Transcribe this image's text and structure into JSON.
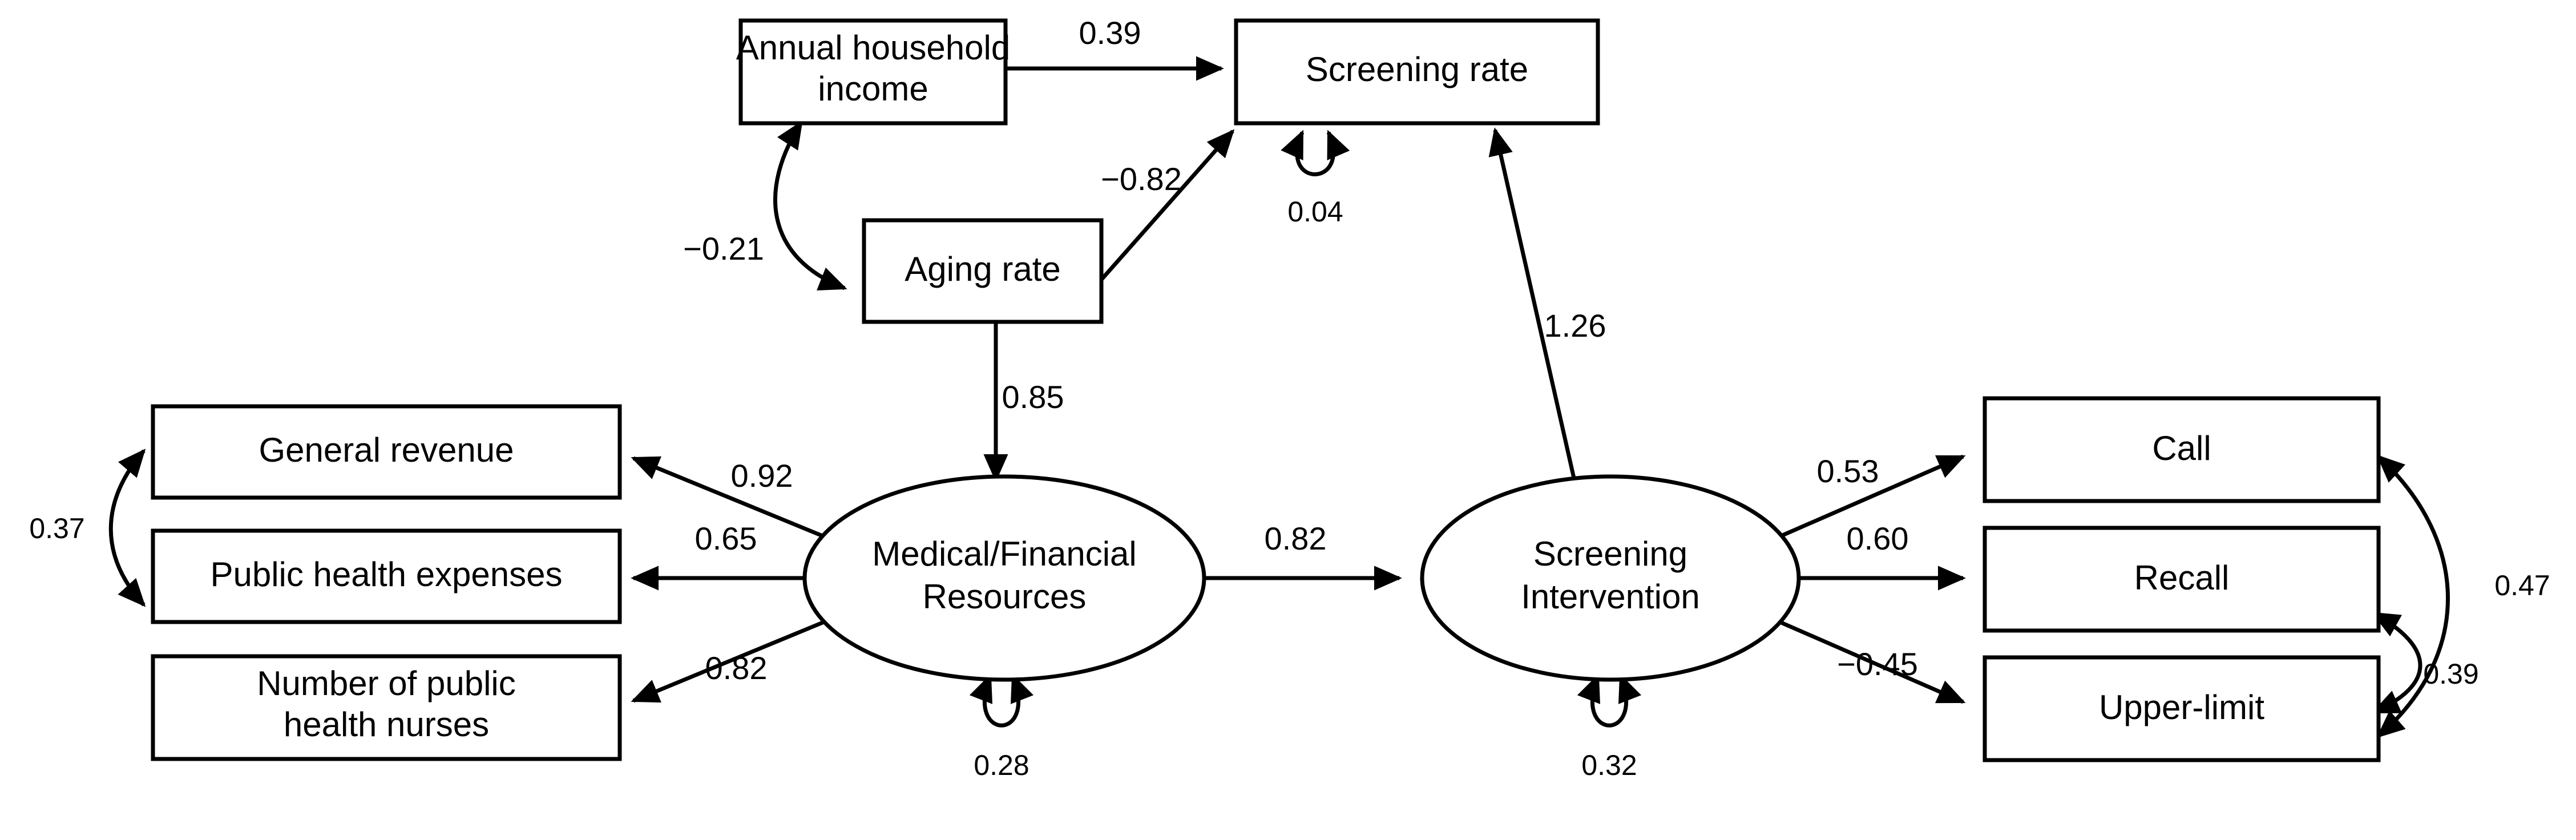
{
  "chart_data": {
    "type": "diagram",
    "title": "",
    "diagram_kind": "structural-equation-model-path-diagram",
    "observed_variables": [
      {
        "id": "income",
        "label": "Annual household\nincome",
        "line1": "Annual household",
        "line2": "income"
      },
      {
        "id": "screen",
        "label": "Screening rate",
        "line1": "Screening rate",
        "line2": ""
      },
      {
        "id": "aging",
        "label": "Aging rate",
        "line1": "Aging rate",
        "line2": ""
      },
      {
        "id": "genrev",
        "label": "General revenue",
        "line1": "General revenue",
        "line2": ""
      },
      {
        "id": "phexp",
        "label": "Public health expenses",
        "line1": "Public health expenses",
        "line2": ""
      },
      {
        "id": "nurses",
        "label": "Number of public\nhealth nurses",
        "line1": "Number of public",
        "line2": "health nurses"
      },
      {
        "id": "call",
        "label": "Call",
        "line1": "Call",
        "line2": ""
      },
      {
        "id": "recall",
        "label": "Recall",
        "line1": "Recall",
        "line2": ""
      },
      {
        "id": "upper",
        "label": "Upper-limit",
        "line1": "Upper-limit",
        "line2": ""
      }
    ],
    "latent_variables": [
      {
        "id": "medfin",
        "label": "Medical/Financial\nResources",
        "line1": "Medical/Financial",
        "line2": "Resources"
      },
      {
        "id": "scrint",
        "label": "Screening\nIntervention",
        "line1": "Screening",
        "line2": "Intervention"
      }
    ],
    "directed_paths": [
      {
        "from": "income",
        "to": "screen",
        "coefficient": "0.39"
      },
      {
        "from": "aging",
        "to": "screen",
        "coefficient": "−0.82"
      },
      {
        "from": "aging",
        "to": "medfin",
        "coefficient": "0.85"
      },
      {
        "from": "scrint",
        "to": "screen",
        "coefficient": "1.26"
      },
      {
        "from": "medfin",
        "to": "genrev",
        "coefficient": "0.92"
      },
      {
        "from": "medfin",
        "to": "phexp",
        "coefficient": "0.65"
      },
      {
        "from": "medfin",
        "to": "nurses",
        "coefficient": "0.82"
      },
      {
        "from": "medfin",
        "to": "scrint",
        "coefficient": "0.82"
      },
      {
        "from": "scrint",
        "to": "call",
        "coefficient": "0.53"
      },
      {
        "from": "scrint",
        "to": "recall",
        "coefficient": "0.60"
      },
      {
        "from": "scrint",
        "to": "upper",
        "coefficient": "−0.45"
      }
    ],
    "covariances": [
      {
        "between": [
          "aging",
          "income"
        ],
        "coefficient": "−0.21"
      },
      {
        "between": [
          "genrev",
          "phexp"
        ],
        "coefficient": "0.37"
      },
      {
        "between": [
          "call",
          "upper"
        ],
        "coefficient": "0.47"
      },
      {
        "between": [
          "recall",
          "upper"
        ],
        "coefficient": "0.39"
      }
    ],
    "residual_variances": [
      {
        "on": "screen",
        "coefficient": "0.04"
      },
      {
        "on": "medfin",
        "coefficient": "0.28"
      },
      {
        "on": "scrint",
        "coefficient": "0.32"
      }
    ]
  },
  "nodes": {
    "income": {
      "line1": "Annual household",
      "line2": "income"
    },
    "screen": {
      "line1": "Screening rate"
    },
    "aging": {
      "line1": "Aging rate"
    },
    "genrev": {
      "line1": "General revenue"
    },
    "phexp": {
      "line1": "Public health expenses"
    },
    "nurses": {
      "line1": "Number of public",
      "line2": "health nurses"
    },
    "call": {
      "line1": "Call"
    },
    "recall": {
      "line1": "Recall"
    },
    "upper": {
      "line1": "Upper-limit"
    },
    "medfin": {
      "line1": "Medical/Financial",
      "line2": "Resources"
    },
    "scrint": {
      "line1": "Screening",
      "line2": "Intervention"
    }
  },
  "labels": {
    "income_screen": "0.39",
    "aging_screen": "−0.82",
    "aging_income_cov": "−0.21",
    "aging_medfin": "0.85",
    "scrint_screen": "1.26",
    "screen_resid": "0.04",
    "medfin_genrev": "0.92",
    "medfin_phexp": "0.65",
    "medfin_nurses": "0.82",
    "genrev_phexp_cov": "0.37",
    "medfin_scrint": "0.82",
    "medfin_resid": "0.28",
    "scrint_resid": "0.32",
    "scrint_call": "0.53",
    "scrint_recall": "0.60",
    "scrint_upper": "−0.45",
    "call_upper_cov": "0.47",
    "recall_upper_cov": "0.39"
  },
  "colors": {
    "stroke": "#000000",
    "fill": "#ffffff",
    "background": "#ffffff"
  }
}
